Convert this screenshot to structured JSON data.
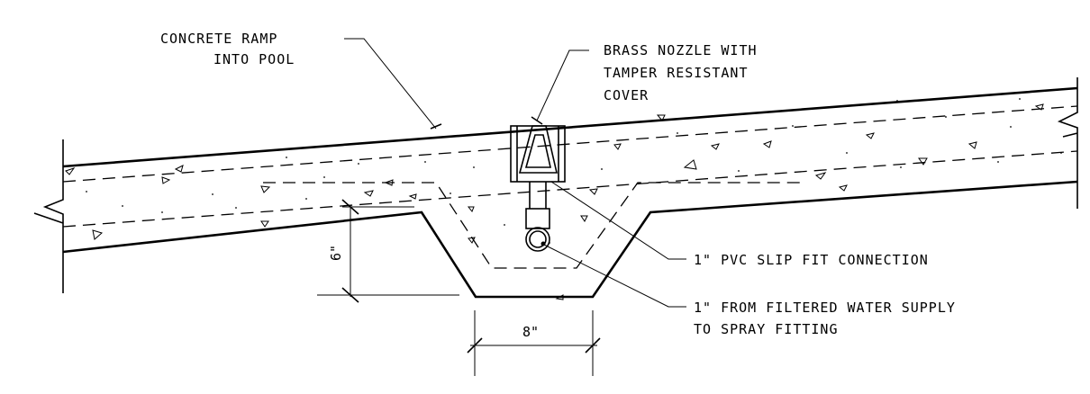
{
  "labels": {
    "ramp_line1": "CONCRETE RAMP",
    "ramp_line2": "INTO POOL",
    "nozzle_line1": "BRASS NOZZLE WITH",
    "nozzle_line2": "TAMPER RESISTANT",
    "nozzle_line3": "COVER",
    "pvc": "1\" PVC SLIP FIT CONNECTION",
    "supply_line1": "1\" FROM FILTERED WATER SUPPLY",
    "supply_line2": "TO SPRAY FITTING"
  },
  "dimensions": {
    "depth": "6\"",
    "width": "8\""
  }
}
